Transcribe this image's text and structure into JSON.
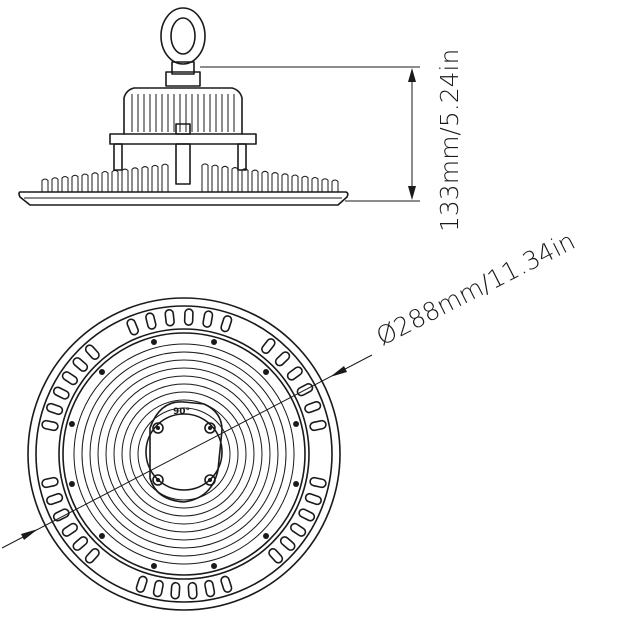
{
  "dimensions": {
    "height_label": "133mm/5.24in",
    "diameter_label": "Ø288mm/11.34in",
    "angle_label": "90°"
  }
}
